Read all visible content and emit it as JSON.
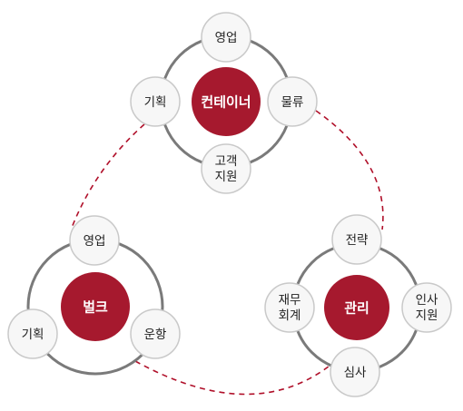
{
  "colors": {
    "hub_fill": "#a6192e",
    "ring_stroke": "#7a7a7a",
    "satellite_fill": "#f7f7f7",
    "satellite_stroke": "#c9c9c9",
    "connector": "#b0102a"
  },
  "groups": [
    {
      "id": "container",
      "hub": "컨테이너",
      "satellites": [
        {
          "id": "sales",
          "lines": [
            "영업"
          ]
        },
        {
          "id": "logistics",
          "lines": [
            "물류"
          ]
        },
        {
          "id": "customer-support",
          "lines": [
            "고객",
            "지원"
          ]
        },
        {
          "id": "planning",
          "lines": [
            "기획"
          ]
        }
      ]
    },
    {
      "id": "bulk",
      "hub": "벌크",
      "satellites": [
        {
          "id": "sales",
          "lines": [
            "영업"
          ]
        },
        {
          "id": "operation",
          "lines": [
            "운항"
          ]
        },
        {
          "id": "planning",
          "lines": [
            "기획"
          ]
        }
      ]
    },
    {
      "id": "management",
      "hub": "관리",
      "satellites": [
        {
          "id": "strategy",
          "lines": [
            "전략"
          ]
        },
        {
          "id": "hr-support",
          "lines": [
            "인사",
            "지원"
          ]
        },
        {
          "id": "audit",
          "lines": [
            "심사"
          ]
        },
        {
          "id": "finance-accounting",
          "lines": [
            "재무",
            "회계"
          ]
        }
      ]
    }
  ],
  "connections": [
    {
      "from": "container.planning",
      "to": "bulk.sales",
      "style": "dashed"
    },
    {
      "from": "container.logistics",
      "to": "management.strategy",
      "style": "dashed"
    },
    {
      "from": "bulk.operation",
      "to": "management.audit",
      "style": "dashed"
    }
  ]
}
